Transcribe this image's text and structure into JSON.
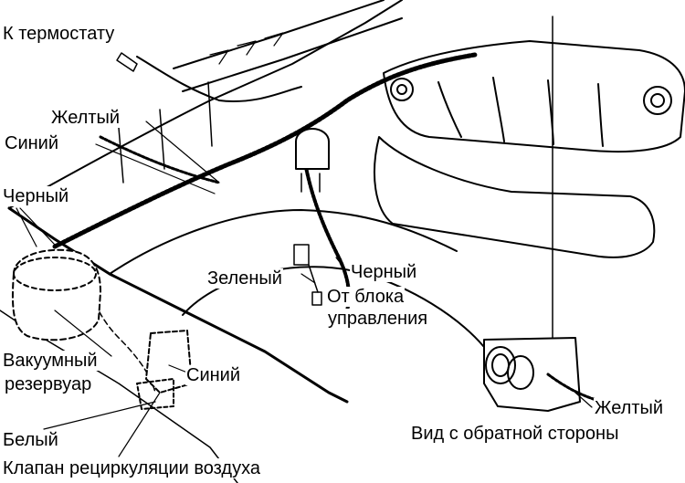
{
  "labels": {
    "to_thermostat": "К термостату",
    "yellow_top": "Желтый",
    "blue_top": "Синий",
    "black_left": "Черный",
    "green": "Зеленый",
    "black_mid": "Черный",
    "from_control_unit_line1": "От блока",
    "from_control_unit_line2": "управления",
    "vacuum_tank_line1": "Вакуумный",
    "vacuum_tank_line2": "резервуар",
    "blue_bottom": "Синий",
    "white": "Белый",
    "egr_valve": "Клапан рециркуляции воздуха",
    "yellow_bottom": "Желтый",
    "rear_view": "Вид с обратной стороны"
  },
  "colors": {
    "ink": "#000000",
    "paper": "#ffffff"
  }
}
